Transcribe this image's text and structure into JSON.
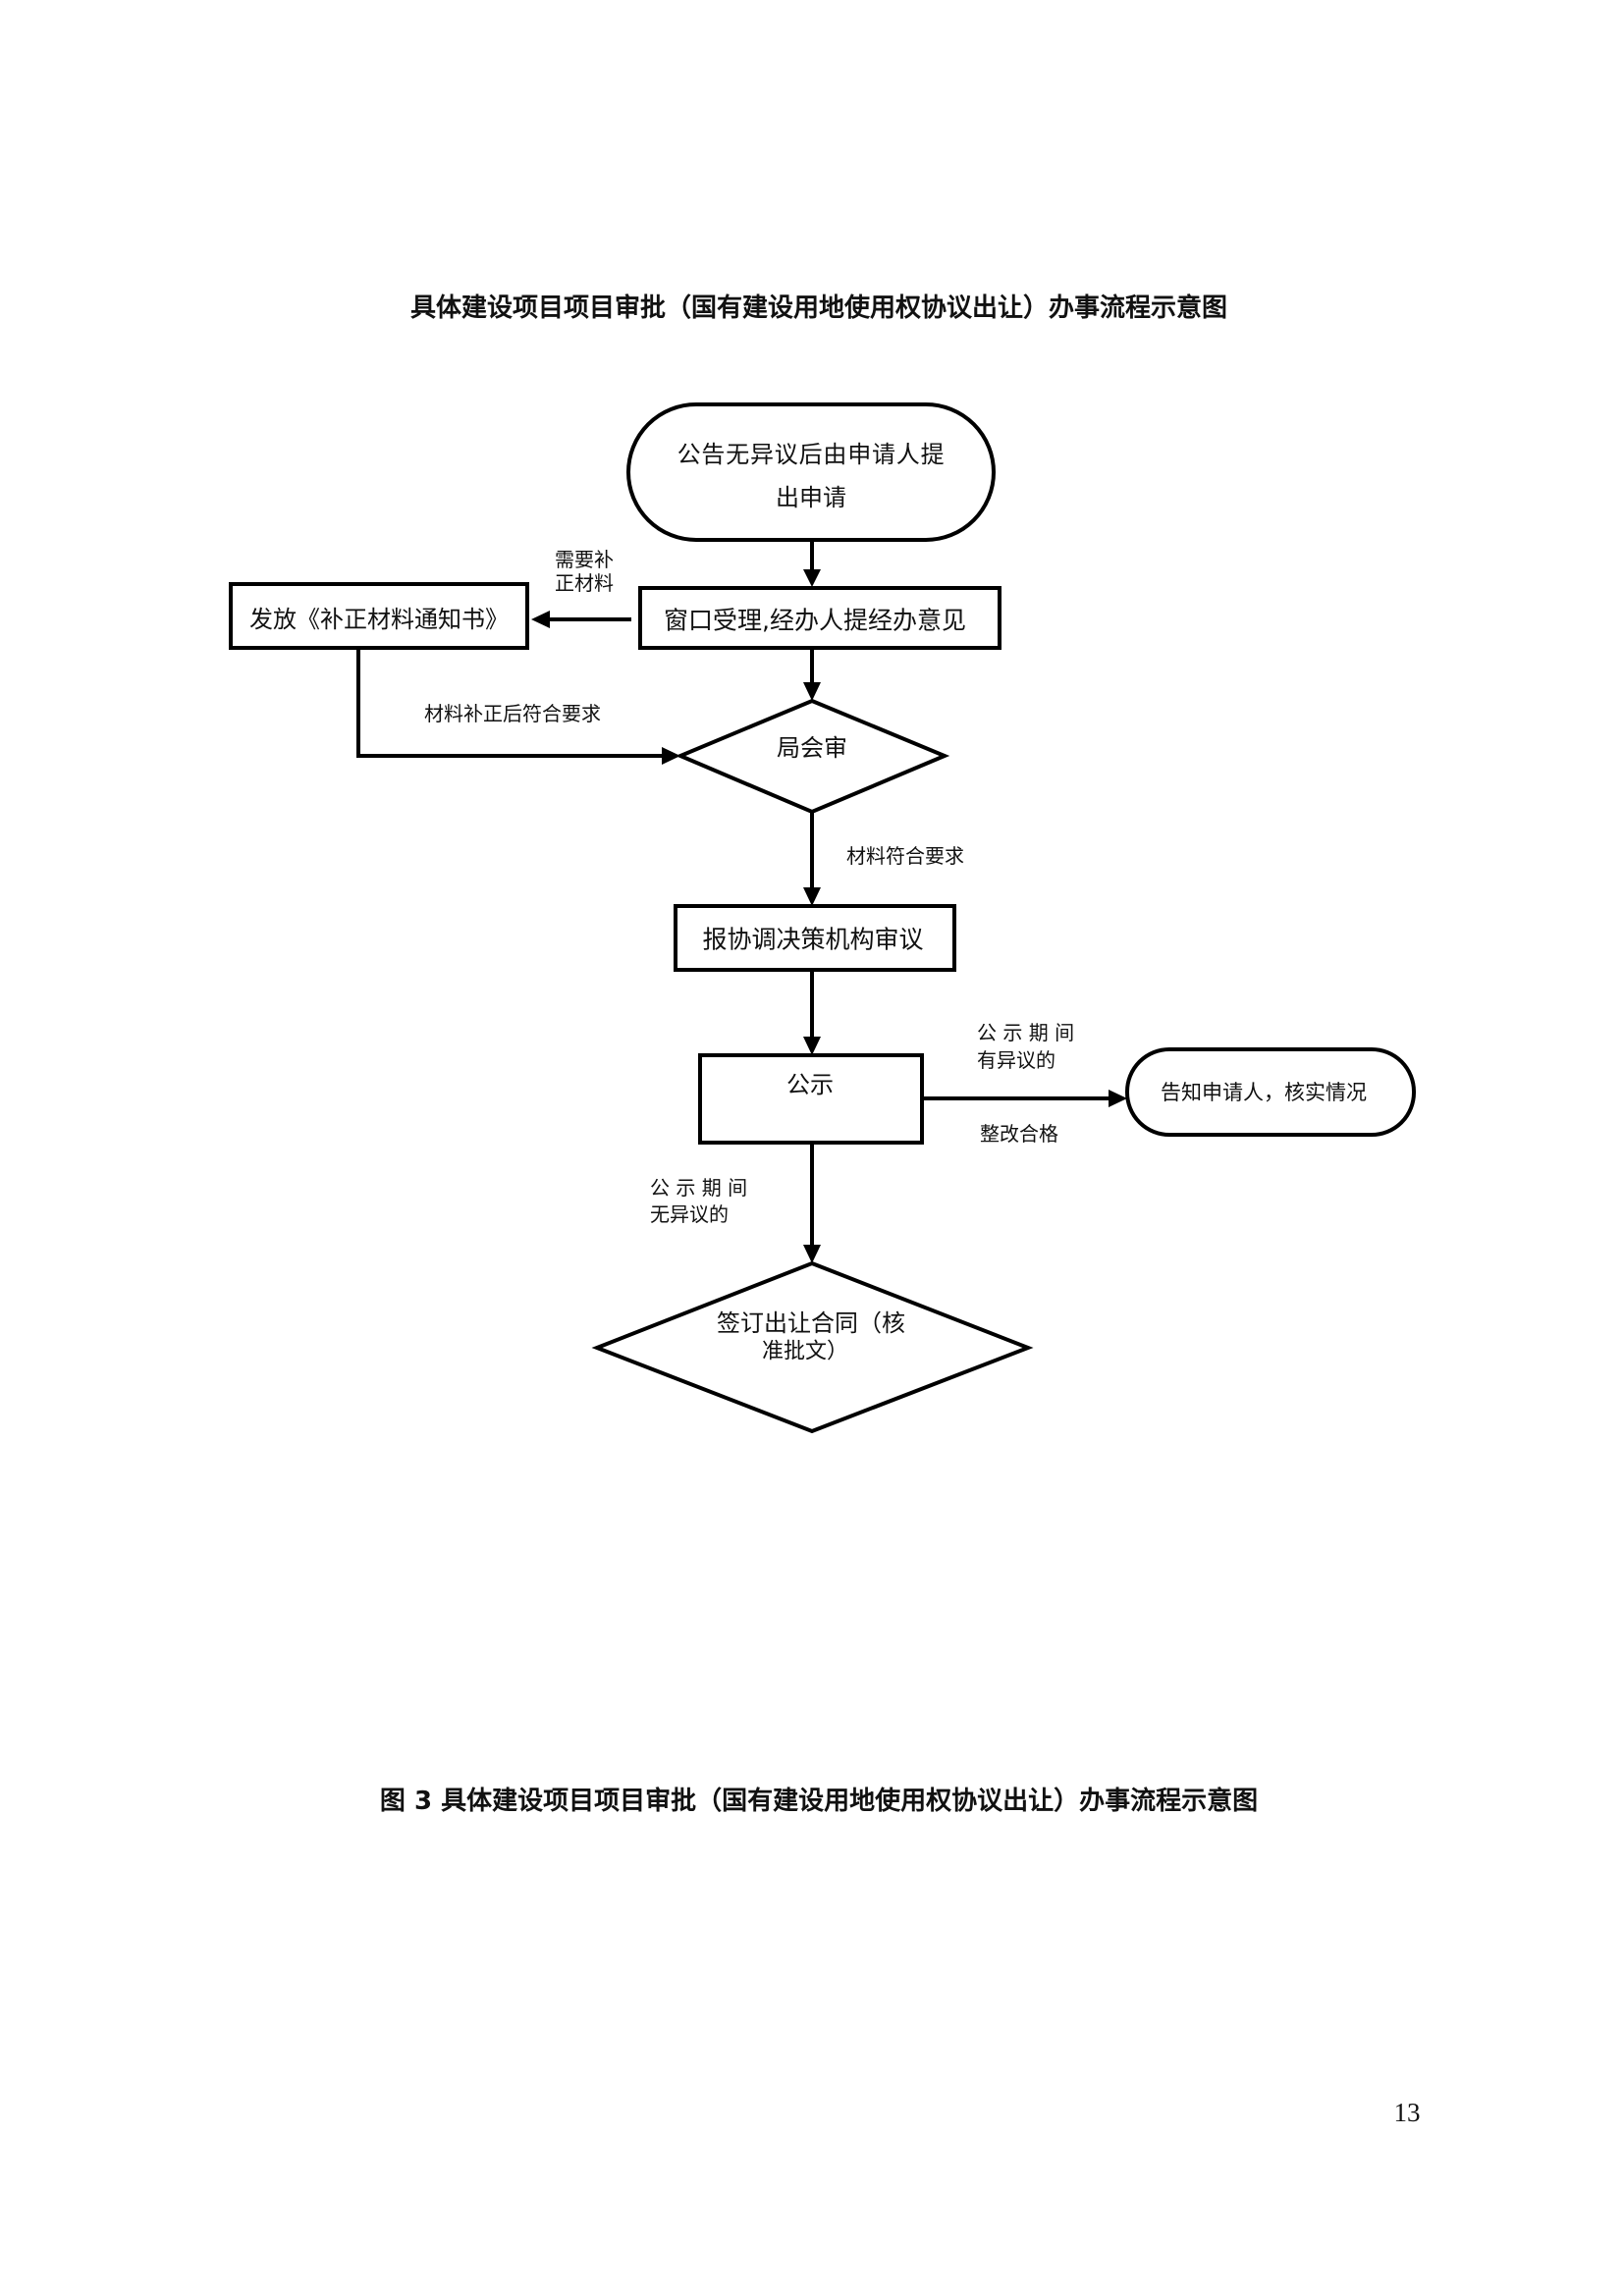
{
  "document": {
    "title": "具体建设项目项目审批（国有建设用地使用权协议出让）办事流程示意图",
    "caption": "图 3 具体建设项目项目审批（国有建设用地使用权协议出让）办事流程示意图",
    "page_number": "13"
  },
  "diagram": {
    "nodes": [
      {
        "id": "start",
        "type": "terminal",
        "lines": [
          "公告无异议后由申请人提",
          "出申请"
        ]
      },
      {
        "id": "window-acceptance",
        "type": "process",
        "lines": [
          "窗口受理,经办人提经办意见"
        ]
      },
      {
        "id": "issue-notice",
        "type": "process",
        "lines": [
          "发放《补正材料通知书》"
        ]
      },
      {
        "id": "bureau-review",
        "type": "decision",
        "lines": [
          "局会审"
        ]
      },
      {
        "id": "coordination-review",
        "type": "process",
        "lines": [
          "报协调决策机构审议"
        ]
      },
      {
        "id": "publicity",
        "type": "process",
        "lines": [
          "公示"
        ]
      },
      {
        "id": "inform-applicant",
        "type": "terminal",
        "lines": [
          "告知申请人，核实情况"
        ]
      },
      {
        "id": "sign-contract",
        "type": "decision",
        "lines": [
          "签订出让合同（核",
          "准批文）"
        ]
      }
    ],
    "edges": [
      {
        "from": "start",
        "to": "window-acceptance",
        "label": []
      },
      {
        "from": "window-acceptance",
        "to": "issue-notice",
        "label": [
          "需要补",
          "正材料"
        ]
      },
      {
        "from": "issue-notice",
        "to": "bureau-review",
        "label": [
          "材料补正后符合要求"
        ]
      },
      {
        "from": "window-acceptance",
        "to": "bureau-review",
        "label": []
      },
      {
        "from": "bureau-review",
        "to": "coordination-review",
        "label": [
          "材料符合要求"
        ]
      },
      {
        "from": "coordination-review",
        "to": "publicity",
        "label": []
      },
      {
        "from": "publicity",
        "to": "inform-applicant",
        "label": [
          "公 示 期 间",
          "有异议的"
        ],
        "label_below": [
          "整改合格"
        ]
      },
      {
        "from": "publicity",
        "to": "sign-contract",
        "label": [
          "公 示 期 间",
          "无异议的"
        ]
      }
    ]
  }
}
